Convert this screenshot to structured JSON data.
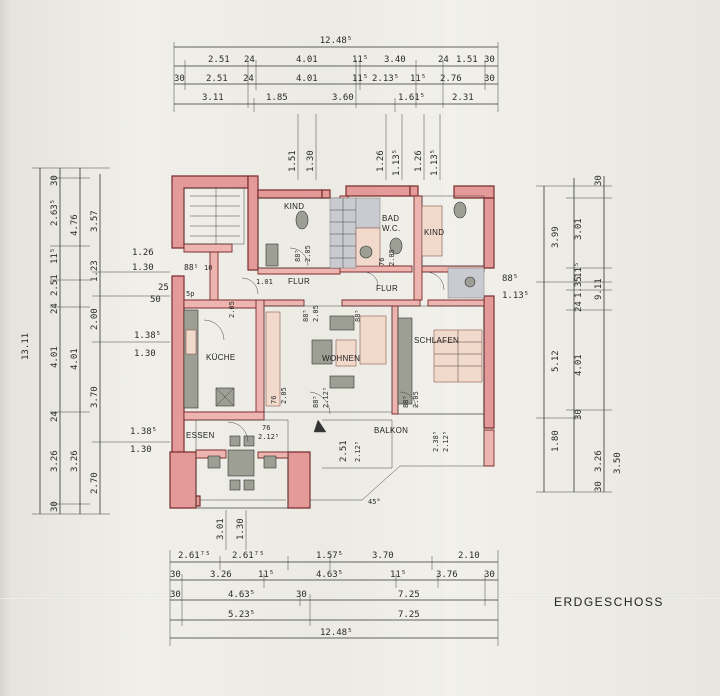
{
  "title": "ERDGESCHOSS",
  "rooms": {
    "kind_left": "KIND",
    "bad": "BAD",
    "wc": "W.C.",
    "kind_right": "KIND",
    "flur_left": "FLUR",
    "flur_right": "FLUR",
    "kueche": "KÜCHE",
    "wohnen": "WOHNEN",
    "schlafen": "SCHLAFEN",
    "essen": "ESSEN",
    "balkon": "BALKON"
  },
  "dims_top": {
    "total": "12.48⁵",
    "r1": [
      "2.51",
      "24",
      "4.01",
      "11⁵",
      "3.40",
      "24",
      "1.51",
      "30"
    ],
    "r2": [
      "30",
      "2.51",
      "24",
      "4.01",
      "11⁵",
      "2.13⁵",
      "11⁵",
      "2.76",
      "30"
    ],
    "r3": [
      "3.11",
      "1.85",
      "3.60",
      "1.61⁵",
      "2.31"
    ],
    "vert": [
      "1.51",
      "1.30",
      "1.26",
      "1.13⁵",
      "1.26",
      "1.13⁵"
    ]
  },
  "dims_left": {
    "total": "13.11",
    "outer": [
      "30",
      "2.63⁵",
      "11⁵",
      "2.51",
      "24",
      "4.01",
      "24",
      "3.26",
      "30"
    ],
    "inner": [
      "4.76",
      "4.01",
      "3.26"
    ],
    "third": [
      "3.57",
      "1.23",
      "2.00",
      "3.70",
      "2.70"
    ],
    "side": [
      "1.26",
      "1.30",
      "25",
      "50",
      "1.38⁵",
      "1.30",
      "1.38⁵",
      "1.30"
    ]
  },
  "dims_right": {
    "outer": [
      "30",
      "3.01",
      "11⁵",
      "1.35",
      "24",
      "4.01",
      "30",
      "3.26",
      "30"
    ],
    "inner": [
      "3.99",
      "9.11",
      "5.12",
      "1.80",
      "3.50"
    ],
    "label1": "88⁵",
    "label2": "1.13⁵"
  },
  "dims_bottom": {
    "r1": [
      "2.61⁷⁵",
      "2.61⁷⁵",
      "1.57⁵",
      "3.70",
      "2.10"
    ],
    "r2": [
      "30",
      "3.26",
      "11⁵",
      "4.63⁵",
      "11⁵",
      "3.76",
      "30"
    ],
    "r3": [
      "30",
      "4.63⁵",
      "30",
      "7.25"
    ],
    "r4": [
      "5.23⁵",
      "7.25"
    ],
    "total": "12.48⁵",
    "vert": [
      "3.01",
      "1.30"
    ]
  },
  "openings": [
    "88⁵",
    "2.05",
    "88⁵",
    "2.05",
    "88⁵",
    "2.05",
    "76",
    "2.05",
    "88⁵",
    "2.12⁵",
    "76",
    "2.12⁵",
    "2.51",
    "2.12⁵",
    "2.38⁵",
    "2.12⁵",
    "88⁵",
    "2.05",
    "76",
    "2.05",
    "88⁵",
    "10",
    "1.01",
    "5p",
    "45°"
  ]
}
